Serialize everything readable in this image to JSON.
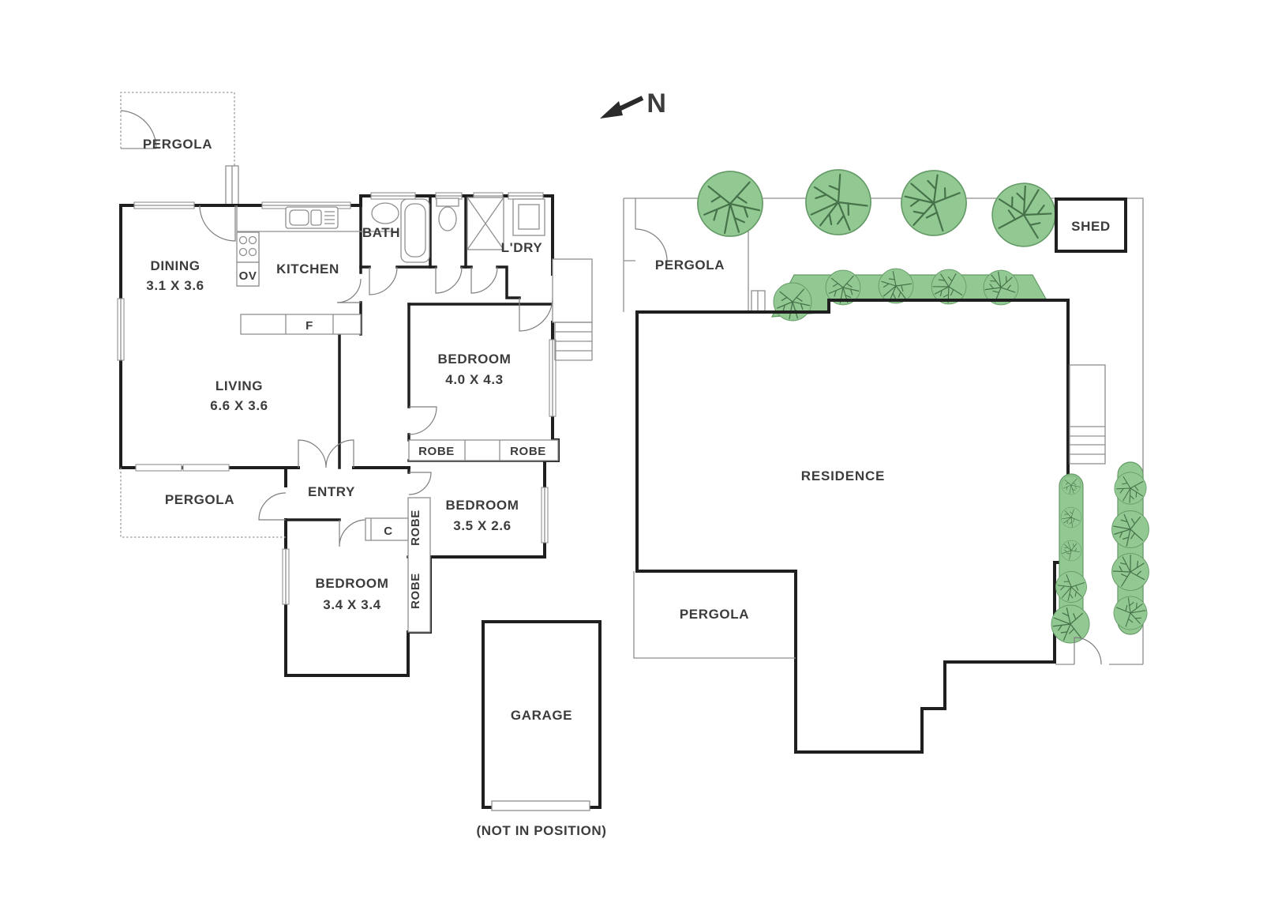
{
  "north": {
    "label": "N"
  },
  "floorplan": {
    "pergola_top": {
      "label": "PERGOLA"
    },
    "dining": {
      "name": "DINING",
      "dims": "3.1 X 3.6"
    },
    "kitchen": {
      "name": "KITCHEN"
    },
    "oven": {
      "label": "OV"
    },
    "fridge": {
      "label": "F"
    },
    "bath": {
      "name": "BATH"
    },
    "laundry": {
      "name": "L'DRY"
    },
    "bedroom1": {
      "name": "BEDROOM",
      "dims": "4.0 X 4.3"
    },
    "living": {
      "name": "LIVING",
      "dims": "6.6 X 3.6"
    },
    "robe_left": {
      "label": "ROBE"
    },
    "robe_right": {
      "label": "ROBE"
    },
    "entry": {
      "name": "ENTRY"
    },
    "pergola_side": {
      "label": "PERGOLA"
    },
    "closet": {
      "label": "C"
    },
    "robe_vertical_upper": {
      "label": "ROBE"
    },
    "robe_vertical_lower": {
      "label": "ROBE"
    },
    "bedroom2": {
      "name": "BEDROOM",
      "dims": "3.5 X 2.6"
    },
    "bedroom3": {
      "name": "BEDROOM",
      "dims": "3.4 X 3.4"
    },
    "garage": {
      "name": "GARAGE",
      "note": "(NOT IN POSITION)"
    }
  },
  "siteplan": {
    "pergola_top": {
      "label": "PERGOLA"
    },
    "shed": {
      "label": "SHED"
    },
    "residence": {
      "label": "RESIDENCE"
    },
    "pergola_bottom": {
      "label": "PERGOLA"
    }
  },
  "colors": {
    "wall": "#1f1f1f",
    "thin_line": "#8f8f8f",
    "green_fill": "#92c892",
    "green_stroke": "#649a66",
    "text": "#3c3c3c"
  }
}
